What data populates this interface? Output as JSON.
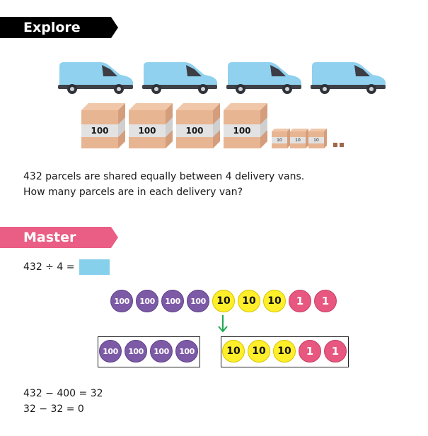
{
  "explore": {
    "banner": "Explore",
    "box_label": "100",
    "small_box_label": "10",
    "question_line1": "432 parcels are shared equally between 4 delivery vans.",
    "question_line2": "How many parcels are in each delivery van?"
  },
  "master": {
    "banner": "Master",
    "equation": "432 ÷ 4 =",
    "counters_top": [
      "100",
      "100",
      "100",
      "100",
      "10",
      "10",
      "10",
      "1",
      "1"
    ],
    "group_left": [
      "100",
      "100",
      "100",
      "100"
    ],
    "group_right": [
      "10",
      "10",
      "10",
      "1",
      "1"
    ],
    "calc_line1": "432 − 400 = 32",
    "calc_line2": "32 − 32 = 0"
  },
  "colors": {
    "van": "#8fd1ee",
    "hundred": "#7d5aa6",
    "ten": "#ffef2a",
    "one": "#e8577f",
    "explore_banner": "#000000",
    "master_banner": "#ea5d84",
    "answer_box": "#86d0ec",
    "arrow": "#1fa84f"
  }
}
